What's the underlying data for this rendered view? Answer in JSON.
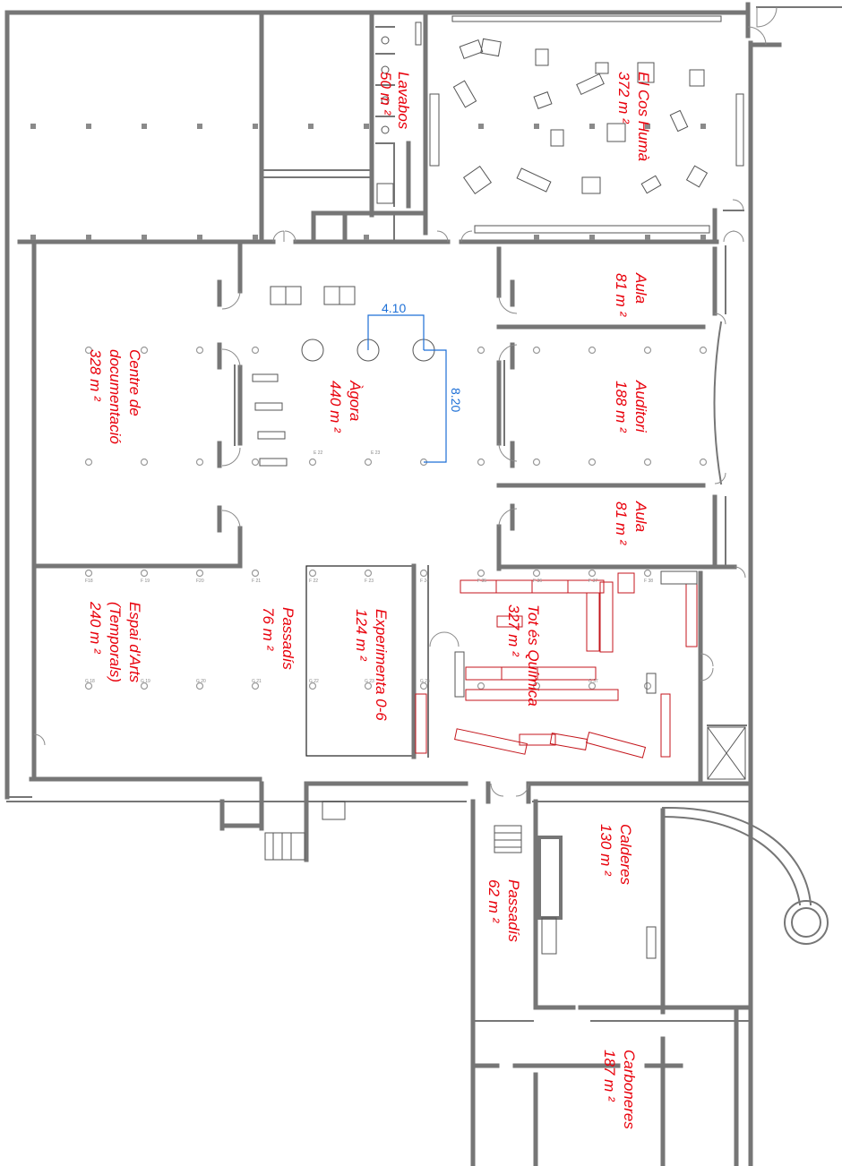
{
  "rooms": [
    {
      "id": "lavabos",
      "name": "Lavabos",
      "area": "50 m ²"
    },
    {
      "id": "cos-huma",
      "name": "El Cos Humà",
      "area": "372 m ²"
    },
    {
      "id": "documentacio",
      "name": "Centre de documentació",
      "name_lines": [
        "Centre de",
        "documentació"
      ],
      "area": "328 m ²"
    },
    {
      "id": "agora",
      "name": "Àgora",
      "area": "440 m ²"
    },
    {
      "id": "aula-1",
      "name": "Aula",
      "area": "81 m ²"
    },
    {
      "id": "auditori",
      "name": "Auditori",
      "area": "188 m ²"
    },
    {
      "id": "aula-2",
      "name": "Aula",
      "area": "81 m ²"
    },
    {
      "id": "espai-arts",
      "name": "Espai d'Arts (Temporals)",
      "name_lines": [
        "Espai d'Arts",
        "(Temporals)"
      ],
      "area": "240 m ²"
    },
    {
      "id": "passadis-1",
      "name": "Passadís",
      "area": "76 m ²"
    },
    {
      "id": "experimenta",
      "name": "Experimenta 0-6",
      "area": "124 m ²"
    },
    {
      "id": "tot-es-quimica",
      "name": "Tot és Química",
      "area": "327 m ²"
    },
    {
      "id": "calderes",
      "name": "Calderes",
      "area": "130 m ²"
    },
    {
      "id": "passadis-2",
      "name": "Passadís",
      "area": "62 m ²"
    },
    {
      "id": "carboneres",
      "name": "Carboneres",
      "area": "187 m ²"
    }
  ],
  "dimensions": {
    "width": "4.10",
    "height": "8.20"
  },
  "colors": {
    "walls": "#767676",
    "room_labels": "#e8000b",
    "dimensions": "#1d6fd6",
    "lab_furniture": "#c4161c"
  }
}
